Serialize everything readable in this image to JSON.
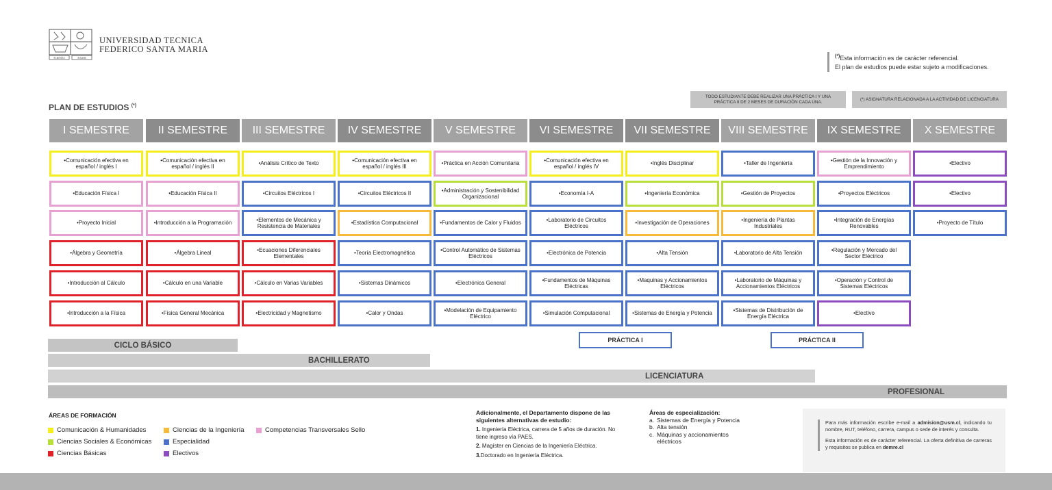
{
  "header": {
    "university_line1": "UNIVERSIDAD TECNICA",
    "university_line2": "FEDERICO SANTA MARIA",
    "logo_motto_left": "SCIENTIA",
    "logo_motto_right": "SOLEM",
    "disclaimer_mark": "(*)",
    "disclaimer_line1": "Esta información es de carácter referencial.",
    "disclaimer_line2": "El plan de estudios puede estar sujeto a modificaciones."
  },
  "plan": {
    "title": "PLAN DE ESTUDIOS",
    "title_mark": "(*)",
    "note_practica": "TODO ESTUDIANTE DEBE REALIZAR UNA PRÁCTICA I Y UNA PRÁCTICA II DE 2 MESES DE DURACIÓN CADA UNA.",
    "note_asignatura": "(*) ASIGNATURA RELACIONADA A LA ACTIVIDAD DE LICENCIATURA"
  },
  "semesters": [
    {
      "label": "I SEMESTRE",
      "color": "#a3a3a3"
    },
    {
      "label": "II SEMESTRE",
      "color": "#8c8c8c"
    },
    {
      "label": "III SEMESTRE",
      "color": "#a3a3a3"
    },
    {
      "label": "IV SEMESTRE",
      "color": "#8c8c8c"
    },
    {
      "label": "V SEMESTRE",
      "color": "#a3a3a3"
    },
    {
      "label": "VI SEMESTRE",
      "color": "#8c8c8c"
    },
    {
      "label": "VII SEMESTRE",
      "color": "#8c8c8c"
    },
    {
      "label": "VIII SEMESTRE",
      "color": "#a3a3a3"
    },
    {
      "label": "IX SEMESTRE",
      "color": "#8c8c8c"
    },
    {
      "label": "X SEMESTRE",
      "color": "#a3a3a3"
    }
  ],
  "courses": [
    [
      {
        "name": "•Comunicación efectiva en español / inglés I",
        "area": "yellow"
      },
      {
        "name": "•Educación Física I",
        "area": "pink"
      },
      {
        "name": "•Proyecto Inicial",
        "area": "pink"
      },
      {
        "name": "•Álgebra y Geometría",
        "area": "red"
      },
      {
        "name": "•Introducción al Cálculo",
        "area": "red"
      },
      {
        "name": "•Introducción a la Física",
        "area": "red"
      }
    ],
    [
      {
        "name": "•Comunicación efectiva en español / inglés II",
        "area": "yellow"
      },
      {
        "name": "•Educación Física II",
        "area": "pink"
      },
      {
        "name": "•Introducción a la Programación",
        "area": "pink"
      },
      {
        "name": "•Álgebra Lineal",
        "area": "red"
      },
      {
        "name": "•Cálculo en una Variable",
        "area": "red"
      },
      {
        "name": "•Física General Mecánica",
        "area": "red"
      }
    ],
    [
      {
        "name": "•Análisis Crítico de Texto",
        "area": "yellow"
      },
      {
        "name": "•Circuitos Eléctricos I",
        "area": "blue"
      },
      {
        "name": "•Elementos de Mecánica y Resistencia de Materiales",
        "area": "blue"
      },
      {
        "name": "•Ecuaciones Diferenciales Elementales",
        "area": "red"
      },
      {
        "name": "•Cálculo en Varias Variables",
        "area": "red"
      },
      {
        "name": "•Electricidad y Magnetismo",
        "area": "red"
      }
    ],
    [
      {
        "name": "•Comunicación efectiva en español / inglés III",
        "area": "yellow"
      },
      {
        "name": "•Circuitos Eléctricos II",
        "area": "blue"
      },
      {
        "name": "•Estadística Computacional",
        "area": "orange"
      },
      {
        "name": "•Teoría Electromagnética",
        "area": "blue"
      },
      {
        "name": "•Sistemas Dinámicos",
        "area": "blue"
      },
      {
        "name": "•Calor y Ondas",
        "area": "blue"
      }
    ],
    [
      {
        "name": "•Práctica en Acción Comunitaria",
        "area": "pink"
      },
      {
        "name": "•Administración y Sostenibilidad Organizacional",
        "area": "green"
      },
      {
        "name": "•Fundamentos de Calor y Fluidos",
        "area": "blue"
      },
      {
        "name": "•Control Automático de Sistemas Eléctricos",
        "area": "blue"
      },
      {
        "name": "•Electrónica General",
        "area": "blue"
      },
      {
        "name": "•Modelación de Equipamiento Eléctrico",
        "area": "blue"
      }
    ],
    [
      {
        "name": "•Comunicación efectiva en español / inglés IV",
        "area": "yellow"
      },
      {
        "name": "•Economía I-A",
        "area": "blue"
      },
      {
        "name": "•Laboratorio de Circuitos Eléctricos",
        "area": "blue"
      },
      {
        "name": "•Electrónica de Potencia",
        "area": "blue"
      },
      {
        "name": "•Fundamentos de Máquinas Eléctricas",
        "area": "blue"
      },
      {
        "name": "•Simulación Computacional",
        "area": "blue"
      }
    ],
    [
      {
        "name": "•Inglés Disciplinar",
        "area": "yellow"
      },
      {
        "name": "•Ingeniería Económica",
        "area": "green"
      },
      {
        "name": "•Investigación de Operaciones",
        "area": "orange"
      },
      {
        "name": "•Alta Tensión",
        "area": "blue"
      },
      {
        "name": "•Maquinas y Accionamientos Eléctricos",
        "area": "blue"
      },
      {
        "name": "•Sistemas de Energía y Potencia",
        "area": "blue"
      }
    ],
    [
      {
        "name": "•Taller de Ingeniería",
        "area": "blue"
      },
      {
        "name": "•Gestión de Proyectos",
        "area": "green"
      },
      {
        "name": "•Ingeniería de Plantas Industriales",
        "area": "orange"
      },
      {
        "name": "•Laboratorio de Alta Tensión",
        "area": "blue"
      },
      {
        "name": "•Laboratorio de Máquinas y Accionamientos Eléctricos",
        "area": "blue"
      },
      {
        "name": "•Sistemas de Distribución de Energía Eléctrica",
        "area": "blue"
      }
    ],
    [
      {
        "name": "•Gestión de la Innovación y Emprendimiento",
        "area": "pink"
      },
      {
        "name": "•Proyectos Eléctricos",
        "area": "blue"
      },
      {
        "name": "•Integración de Energías Renovables",
        "area": "blue"
      },
      {
        "name": "•Regulación y Mercado del Sector Eléctrico",
        "area": "blue"
      },
      {
        "name": "•Operación y Control de Sistemas Eléctricos",
        "area": "blue"
      },
      {
        "name": "•Electivo",
        "area": "purple"
      }
    ],
    [
      {
        "name": "•Electivo",
        "area": "purple"
      },
      {
        "name": "•Electivo",
        "area": "purple"
      },
      {
        "name": "•Proyecto de Título",
        "area": "blue"
      }
    ]
  ],
  "practicas": [
    {
      "label": "PRÁCTICA I"
    },
    {
      "label": "PRÁCTICA II"
    }
  ],
  "ciclos": [
    {
      "label": "CICLO BÁSICO",
      "color": "#c4c4c4"
    },
    {
      "label": "BACHILLERATO",
      "color": "#cccccc"
    },
    {
      "label": "LICENCIATURA",
      "color": "#d2d2d2"
    },
    {
      "label": "PROFESIONAL",
      "color": "#bdbdbd"
    }
  ],
  "areas": {
    "title": "ÁREAS DE FORMACIÓN",
    "items": [
      {
        "label": "Comunicación & Humanidades",
        "color": "#f4ee1a"
      },
      {
        "label": "Ciencias Sociales & Económicas",
        "color": "#b7de3a"
      },
      {
        "label": "Ciencias Básicas",
        "color": "#e0212a"
      },
      {
        "label": "Ciencias de la Ingeniería",
        "color": "#f6b93a"
      },
      {
        "label": "Especialidad",
        "color": "#4a72c8"
      },
      {
        "label": "Electivos",
        "color": "#8c4cbf"
      },
      {
        "label": "Competencias Transversales Sello",
        "color": "#e6a0d2"
      }
    ]
  },
  "adicional": {
    "heading": "Adicionalmente, el Departamento dispone de las siguientes alternativas de estudio:",
    "items": [
      {
        "num": "1.",
        "text": "Ingeniería Eléctrica, carrera de 5 años de duración. No tiene ingreso vía PAES."
      },
      {
        "num": "2.",
        "text": "Magíster en Ciencias de la Ingeniería Eléctrica."
      },
      {
        "num": "3.",
        "text": "Doctorado en Ingeniería Eléctrica."
      }
    ]
  },
  "especializacion": {
    "heading": "Áreas de especialización:",
    "items": [
      {
        "letter": "a.",
        "text": "Sistemas de Energía y Potencia"
      },
      {
        "letter": "b.",
        "text": "Alta tensión"
      },
      {
        "letter": "c.",
        "text": "Máquinas y accionamientos eléctricos"
      }
    ]
  },
  "info": {
    "p1_a": "Para más información escribe e-mail a ",
    "email": "admision@usm.cl",
    "p1_b": ", indicando tu nombre, RUT, teléfono, carrera, campus o sede de interés y consulta.",
    "p2_a": "Esta información es de carácter referencial. La oferta definitiva de carreras y requisitos se publica en ",
    "site": "demre.cl"
  }
}
